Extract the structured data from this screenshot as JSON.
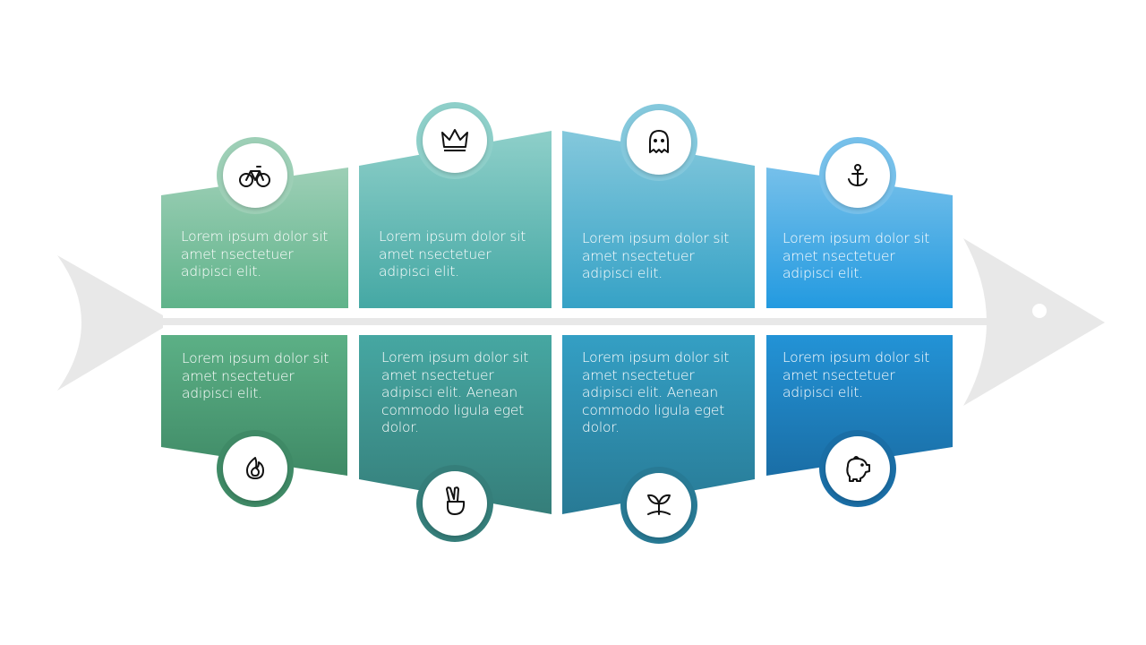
{
  "top_row": [
    {
      "text": "Lorem ipsum dolor sit amet nsectetuer adipisci elit.",
      "icon": "bicycle-icon",
      "colors": [
        "#9dcfb6",
        "#5fb38a"
      ]
    },
    {
      "text": "Lorem ipsum dolor sit amet nsectetuer adipisci elit.",
      "icon": "crown-icon",
      "colors": [
        "#8ecfc9",
        "#45a8a4"
      ]
    },
    {
      "text": "Lorem ipsum dolor sit amet nsectetuer adipisci elit.",
      "icon": "ghost-icon",
      "colors": [
        "#84c8dc",
        "#36a2c6"
      ]
    },
    {
      "text": "Lorem ipsum dolor sit amet nsectetuer adipisci elit.",
      "icon": "anchor-icon",
      "colors": [
        "#76c0ea",
        "#239ae0"
      ]
    }
  ],
  "bottom_row": [
    {
      "text": "Lorem ipsum dolor sit amet nsectetuer adipisci elit.",
      "icon": "fire-icon",
      "colors": [
        "#5cb086",
        "#3f8a66"
      ]
    },
    {
      "text": "Lorem ipsum dolor sit amet nsectetuer adipisci elit. Aenean commodo ligula eget dolor.",
      "icon": "peace-hand-icon",
      "colors": [
        "#46a7a2",
        "#357e7a"
      ]
    },
    {
      "text": "Lorem ipsum dolor sit amet nsectetuer adipisci elit. Aenean commodo ligula eget dolor.",
      "icon": "sprout-icon",
      "colors": [
        "#349fc4",
        "#287a95"
      ]
    },
    {
      "text": "Lorem ipsum dolor sit amet nsectetuer adipisci elit.",
      "icon": "piggy-bank-icon",
      "colors": [
        "#2393d6",
        "#1a6ea6"
      ]
    }
  ],
  "fish_color": "#e8e8e8"
}
